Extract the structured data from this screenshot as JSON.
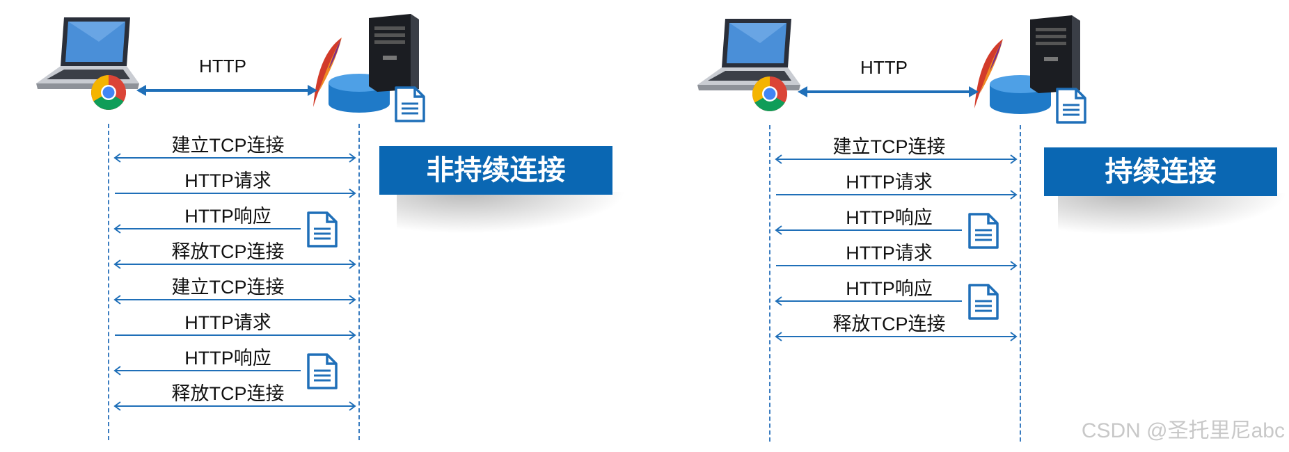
{
  "protocol_label": "HTTP",
  "left": {
    "title": "非持续连接",
    "messages": [
      {
        "label": "建立TCP连接",
        "dir": "both",
        "doc": false
      },
      {
        "label": "HTTP请求",
        "dir": "right",
        "doc": false
      },
      {
        "label": "HTTP响应",
        "dir": "left",
        "doc": true
      },
      {
        "label": "释放TCP连接",
        "dir": "both",
        "doc": false
      },
      {
        "label": "建立TCP连接",
        "dir": "both",
        "doc": false
      },
      {
        "label": "HTTP请求",
        "dir": "right",
        "doc": false
      },
      {
        "label": "HTTP响应",
        "dir": "left",
        "doc": true
      },
      {
        "label": "释放TCP连接",
        "dir": "both",
        "doc": false
      }
    ]
  },
  "right": {
    "title": "持续连接",
    "messages": [
      {
        "label": "建立TCP连接",
        "dir": "both",
        "doc": false
      },
      {
        "label": "HTTP请求",
        "dir": "right",
        "doc": false
      },
      {
        "label": "HTTP响应",
        "dir": "left",
        "doc": true
      },
      {
        "label": "HTTP请求",
        "dir": "right",
        "doc": false
      },
      {
        "label": "HTTP响应",
        "dir": "left",
        "doc": true
      },
      {
        "label": "释放TCP连接",
        "dir": "both",
        "doc": false
      }
    ]
  },
  "watermark": "CSDN @圣托里尼abc",
  "colors": {
    "accent": "#0a67b3",
    "arrow": "#1f6fb8",
    "text": "#111111"
  }
}
